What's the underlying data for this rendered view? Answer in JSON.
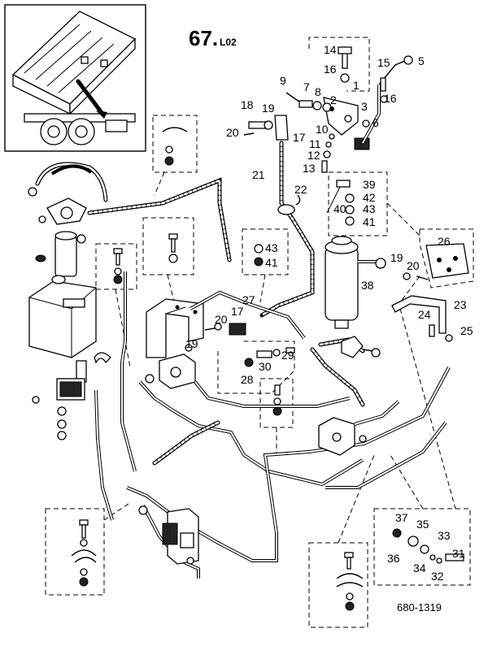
{
  "title": {
    "main": "67.",
    "sub": "L02"
  },
  "document_number": "680-1319",
  "callouts": [
    {
      "id": "c14",
      "text": "14"
    },
    {
      "id": "c16a",
      "text": "16"
    },
    {
      "id": "c15",
      "text": "15"
    },
    {
      "id": "c5",
      "text": "5"
    },
    {
      "id": "c9",
      "text": "9"
    },
    {
      "id": "c7",
      "text": "7"
    },
    {
      "id": "c8",
      "text": "8"
    },
    {
      "id": "c1",
      "text": "1"
    },
    {
      "id": "c2",
      "text": "2"
    },
    {
      "id": "c3",
      "text": "3"
    },
    {
      "id": "c16b",
      "text": "16"
    },
    {
      "id": "c6",
      "text": "6"
    },
    {
      "id": "c18",
      "text": "18"
    },
    {
      "id": "c19a",
      "text": "19"
    },
    {
      "id": "c20a",
      "text": "20"
    },
    {
      "id": "c17a",
      "text": "17"
    },
    {
      "id": "c10",
      "text": "10"
    },
    {
      "id": "c11",
      "text": "11"
    },
    {
      "id": "c12",
      "text": "12"
    },
    {
      "id": "c13",
      "text": "13"
    },
    {
      "id": "c21",
      "text": "21"
    },
    {
      "id": "c22",
      "text": "22"
    },
    {
      "id": "c39",
      "text": "39"
    },
    {
      "id": "c42a",
      "text": "42"
    },
    {
      "id": "c40",
      "text": "40"
    },
    {
      "id": "c43a",
      "text": "43"
    },
    {
      "id": "c41a",
      "text": "41"
    },
    {
      "id": "c43b",
      "text": "43"
    },
    {
      "id": "c41b",
      "text": "41"
    },
    {
      "id": "c26",
      "text": "26"
    },
    {
      "id": "c19b",
      "text": "19"
    },
    {
      "id": "c20b",
      "text": "20"
    },
    {
      "id": "c38",
      "text": "38"
    },
    {
      "id": "c23",
      "text": "23"
    },
    {
      "id": "c27",
      "text": "27"
    },
    {
      "id": "c17b",
      "text": "17"
    },
    {
      "id": "c20c",
      "text": "20"
    },
    {
      "id": "c19c",
      "text": "19"
    },
    {
      "id": "c24",
      "text": "24"
    },
    {
      "id": "c25",
      "text": "25"
    },
    {
      "id": "c29",
      "text": "29"
    },
    {
      "id": "c30",
      "text": "30"
    },
    {
      "id": "c28",
      "text": "28"
    },
    {
      "id": "c37",
      "text": "37"
    },
    {
      "id": "c35",
      "text": "35"
    },
    {
      "id": "c33",
      "text": "33"
    },
    {
      "id": "c36",
      "text": "36"
    },
    {
      "id": "c34",
      "text": "34"
    },
    {
      "id": "c32",
      "text": "32"
    },
    {
      "id": "c31",
      "text": "31"
    }
  ]
}
